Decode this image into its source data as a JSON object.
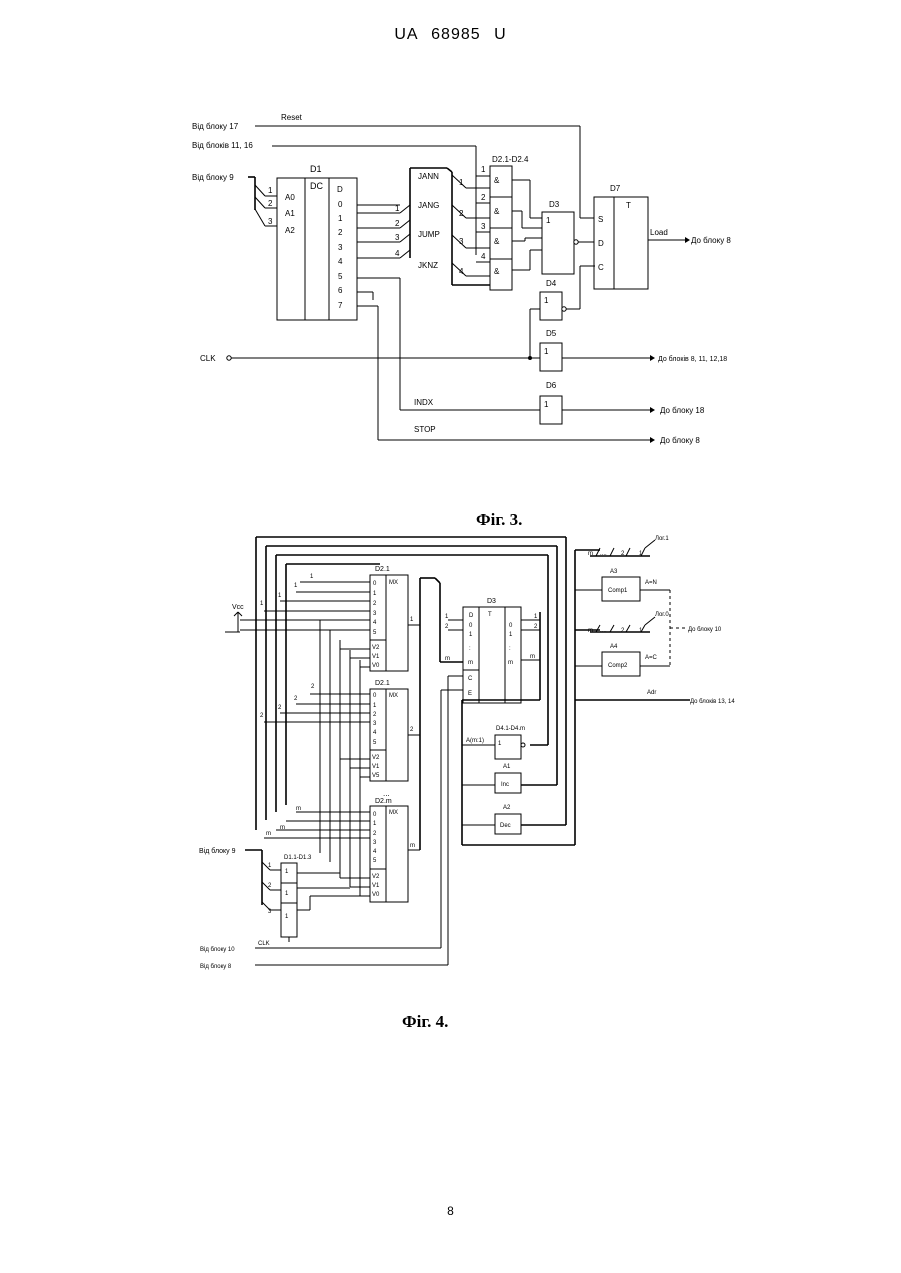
{
  "header": "UA   68985   U",
  "page_number": "8",
  "fig3": {
    "caption": "Фіг. 3.",
    "inputs": {
      "from17": "Від блоку 17",
      "reset": "Reset",
      "from11_16": "Від блоків 11, 16",
      "from9": "Від блоку 9",
      "clk": "CLK"
    },
    "d1": {
      "name": "D1",
      "type": "DC",
      "in_pins": [
        "A0",
        "A1",
        "A2"
      ],
      "in_nums": [
        "1",
        "2",
        "3"
      ],
      "out_head": "D",
      "out_pins": [
        "0",
        "1",
        "2",
        "3",
        "4",
        "5",
        "6",
        "7"
      ]
    },
    "bus": {
      "labels": [
        "JANN",
        "JANG",
        "JUMP",
        "JKNZ"
      ],
      "nums": [
        "1",
        "2",
        "3",
        "4"
      ]
    },
    "d2": {
      "name": "D2.1-D2.4",
      "sym": "&",
      "nums": [
        "1",
        "2",
        "3",
        "4"
      ]
    },
    "d3": {
      "name": "D3",
      "sym": "1"
    },
    "d7": {
      "name": "D7",
      "type": "T",
      "pins": [
        "S",
        "D",
        "C"
      ],
      "out": "Load"
    },
    "d4": {
      "name": "D4",
      "sym": "1"
    },
    "d5": {
      "name": "D5",
      "sym": "1"
    },
    "d6": {
      "name": "D6",
      "sym": "1"
    },
    "signals": {
      "indx": "INDX",
      "stop": "STOP"
    },
    "outputs": {
      "to8": "До блоку 8",
      "to8_11": "До блоків 8, 11, 12,18",
      "to18": "До блоку 18",
      "to8b": "До блоку 8"
    }
  },
  "fig4": {
    "caption": "Фіг. 4.",
    "vcc": "Vcc",
    "mux_top": {
      "name": "D2.1",
      "type": "MX",
      "pins": [
        "0",
        "1",
        "2",
        "3",
        "4",
        "5"
      ],
      "sel": [
        "V2",
        "V1",
        "V0"
      ]
    },
    "mux_mid": {
      "name": "D2.1",
      "type": "MX",
      "pins": [
        "0",
        "1",
        "2",
        "3",
        "4",
        "5"
      ],
      "sel": [
        "V2",
        "V1",
        "V5"
      ]
    },
    "mux_bot": {
      "name": "D2.m",
      "type": "MX",
      "pins": [
        "0",
        "1",
        "2",
        "3",
        "4",
        "5"
      ],
      "sel": [
        "V2",
        "V1",
        "V0"
      ]
    },
    "dots": "...",
    "d3": {
      "name": "D3",
      "type": "T",
      "in": [
        "D",
        "0",
        "1",
        ":",
        "m"
      ],
      "out": [
        "0",
        "1",
        ":",
        "m"
      ],
      "ctl": [
        "C",
        "E"
      ]
    },
    "d41": {
      "name": "D4.1-D4.m",
      "label": "A(m:1)",
      "sym": "1"
    },
    "a1": {
      "name": "A1",
      "label": "Inc"
    },
    "a2": {
      "name": "A2",
      "label": "Dec"
    },
    "a3": {
      "name": "A3",
      "label": "Comp1",
      "out": "A=N",
      "log": "Лог.1"
    },
    "a4": {
      "name": "A4",
      "label": "Comp2",
      "out": "A=C",
      "log": "Лог.0"
    },
    "bus_nums": [
      "m",
      "....",
      "2",
      "1"
    ],
    "to10": "До блоку 10",
    "adr": "Adr",
    "to13_14": "До блоків 13, 14",
    "d11": {
      "name": "D1.1-D1.3",
      "sym": "1",
      "nums": [
        "1",
        "2",
        "3"
      ]
    },
    "inputs": {
      "from9": "Від блоку 9",
      "clk": "CLK",
      "from10": "Від блоку 10",
      "from8": "Від блоку 8"
    },
    "wire_labels": {
      "one": "1",
      "two": "2",
      "m": "m"
    }
  }
}
